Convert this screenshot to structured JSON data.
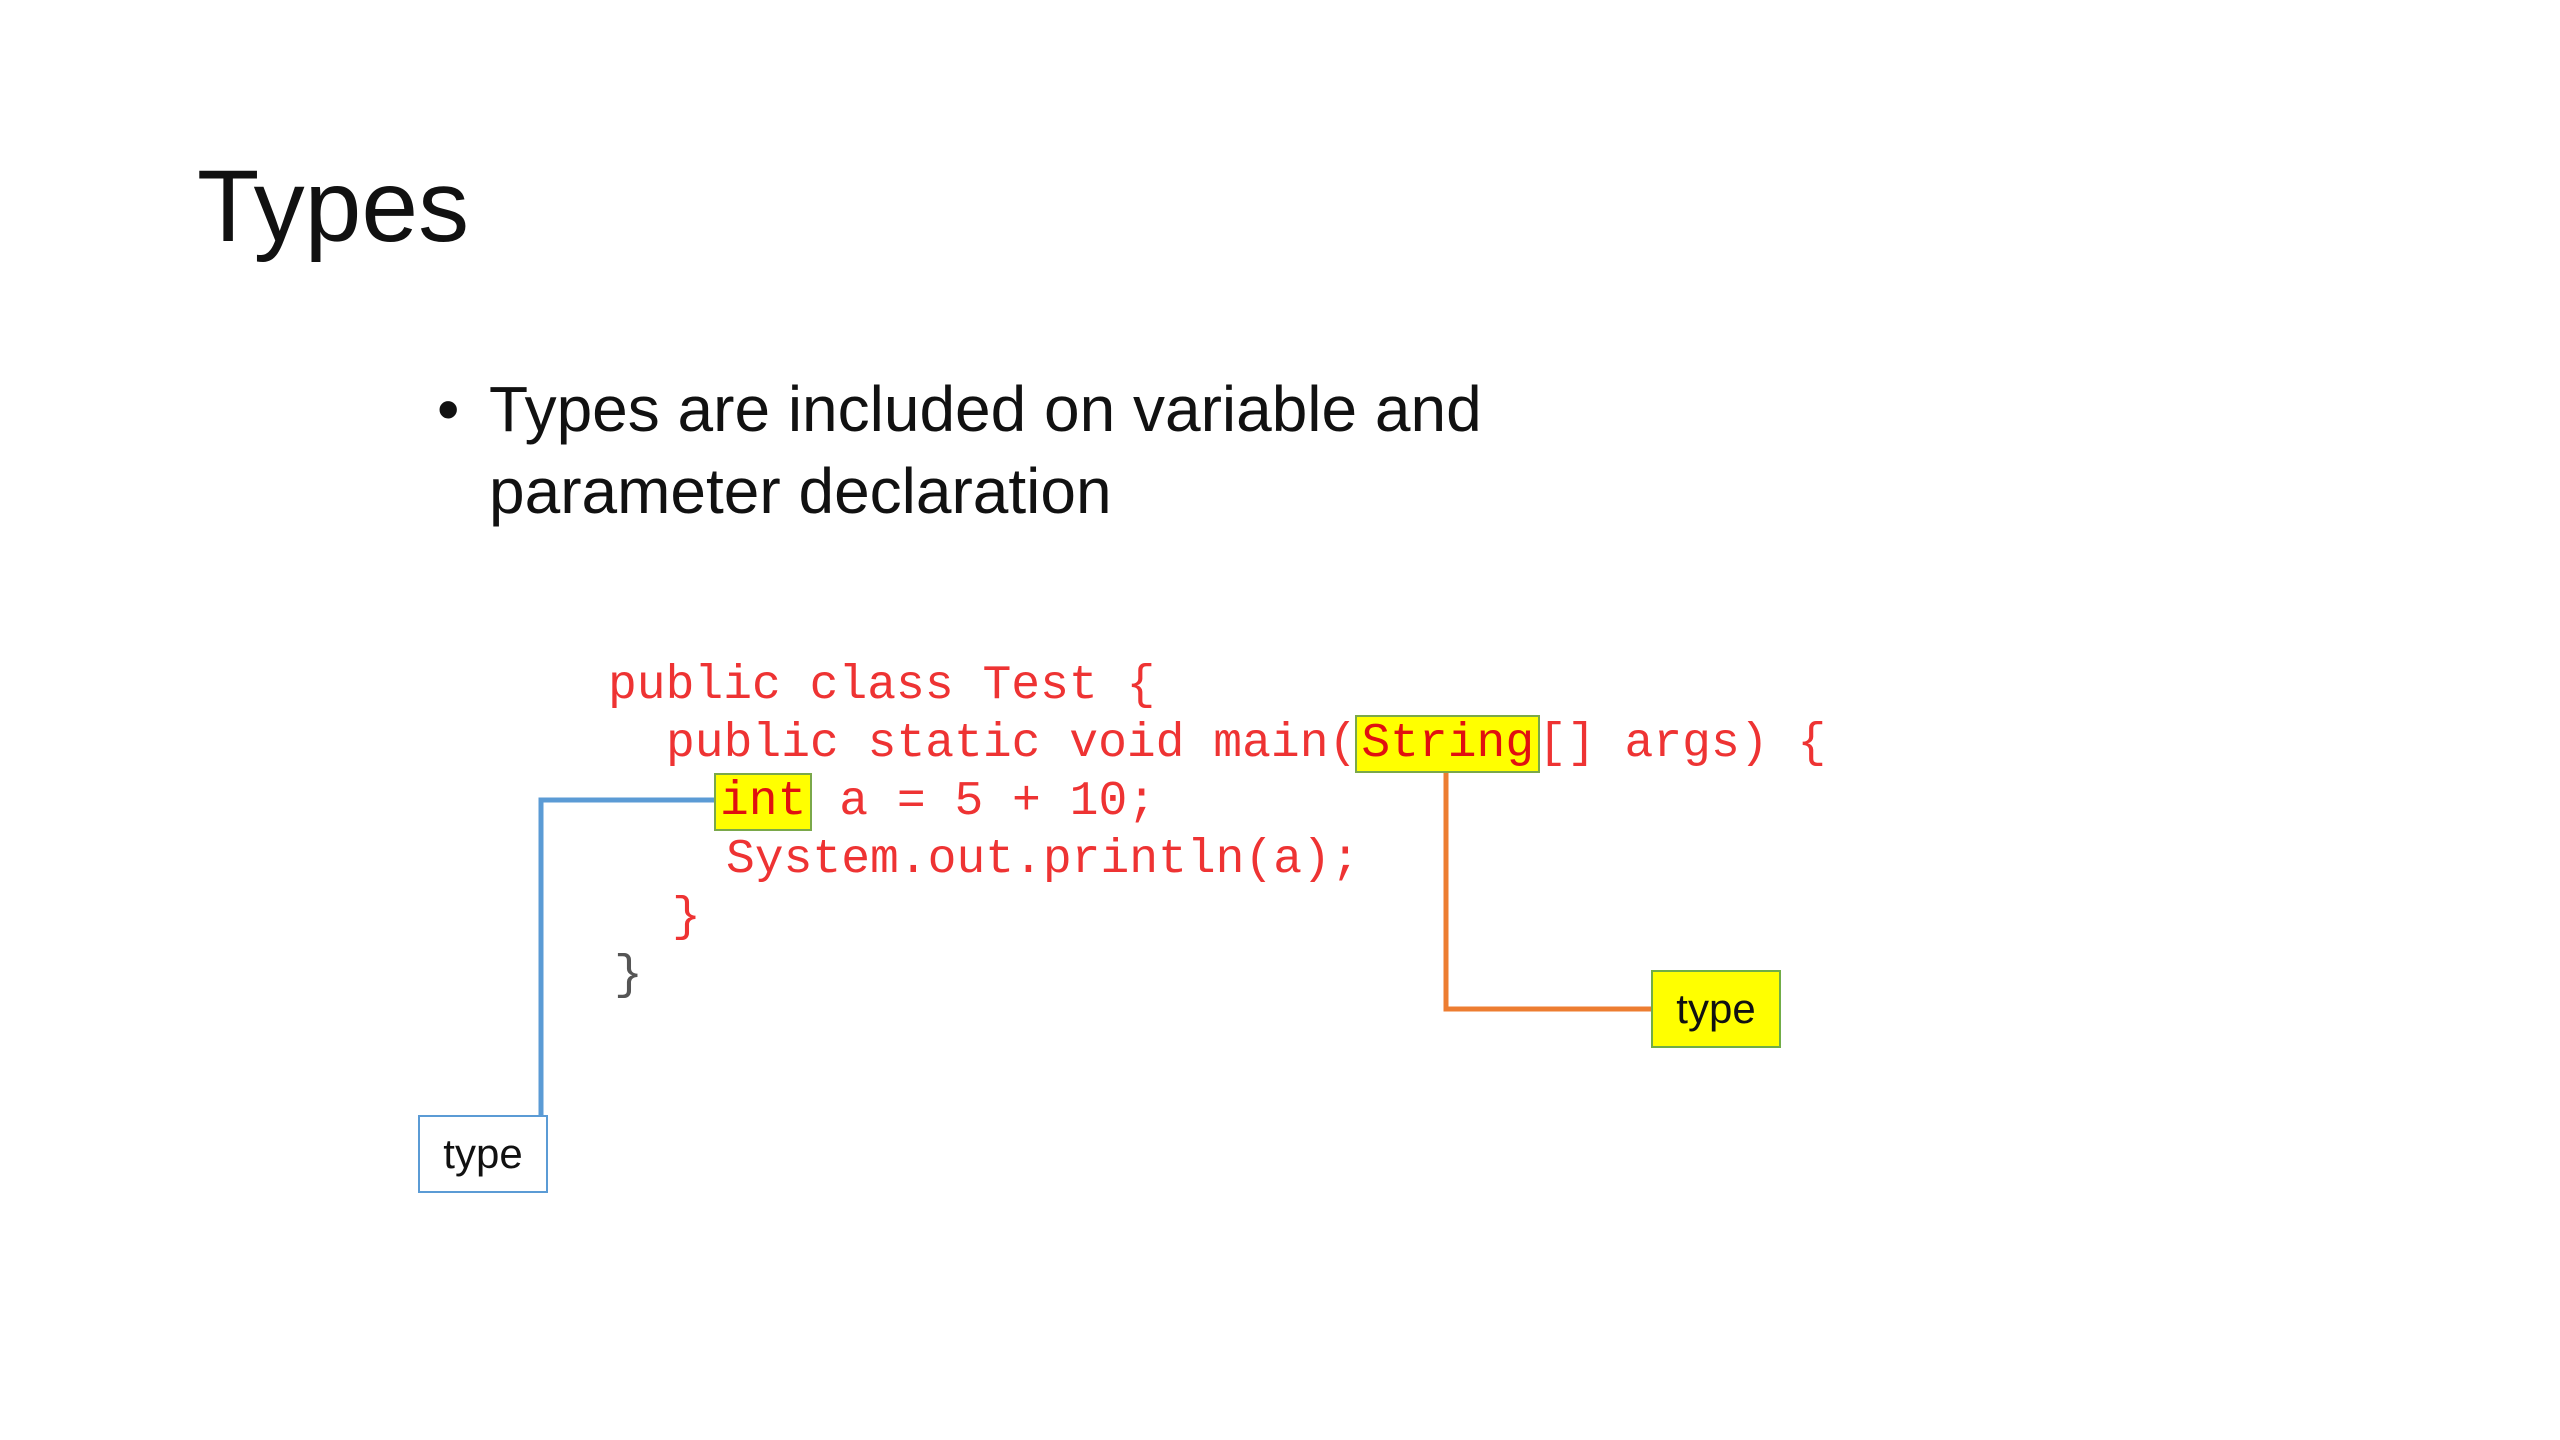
{
  "slide": {
    "title": "Types",
    "bullet_symbol": "•",
    "bullet_lines": [
      "Types are included on variable and",
      "parameter declaration"
    ]
  },
  "code": {
    "line1": "public class Test {",
    "line2_prefix": "public static void main(",
    "line2_highlight": "String",
    "line2_suffix": "[] args) {",
    "line3_highlight": "int",
    "line3_suffix": " a = 5 + 10;",
    "line4": "System.out.println(a);",
    "line5": "}",
    "line6": "}"
  },
  "callouts": {
    "left_label": "type",
    "right_label": "type"
  },
  "colors": {
    "code_text": "#ee3333",
    "highlight": "#ffff00",
    "blue_connector": "#5b9bd5",
    "orange_connector": "#ed7d31"
  }
}
